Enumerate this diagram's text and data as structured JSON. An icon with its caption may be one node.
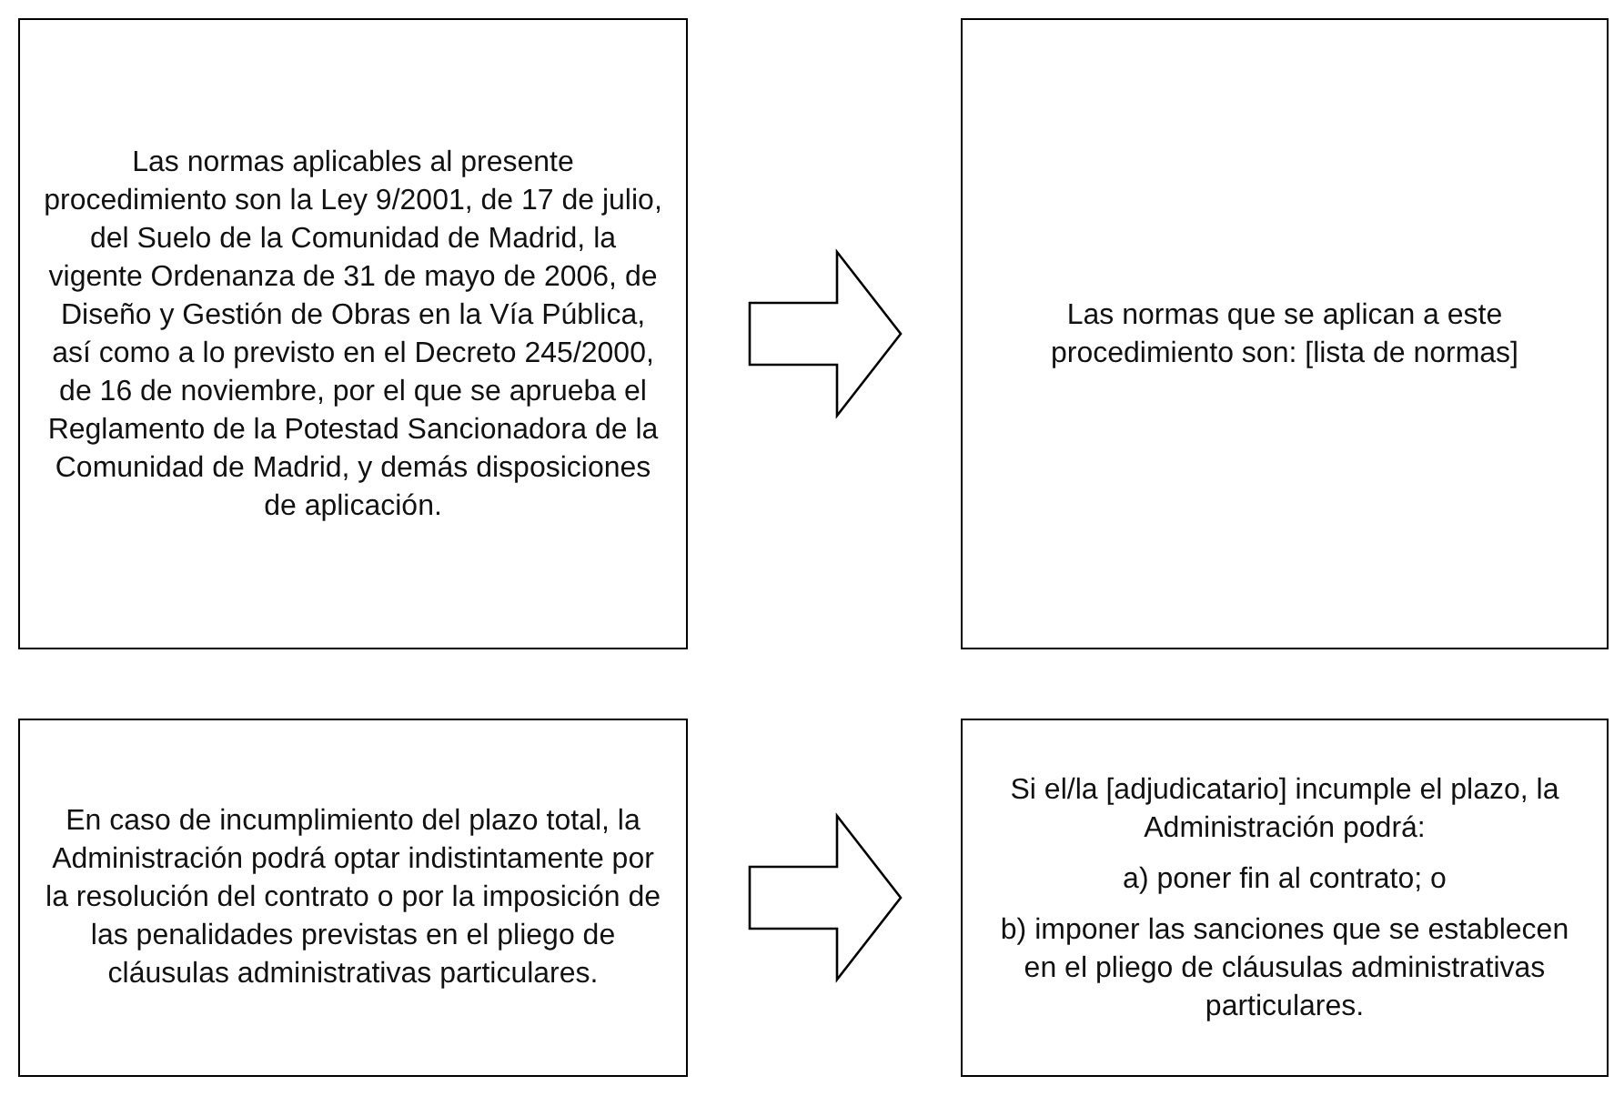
{
  "diagram": {
    "nodes": [
      {
        "text": [
          "Las normas aplicables al presente procedimiento son la Ley 9/2001, de 17 de julio, del Suelo de la Comunidad de Madrid, la vigente Ordenanza de 31 de mayo de 2006, de Diseño y Gestión de Obras en la Vía Pública, así como a lo previsto en el Decreto 245/2000, de 16 de noviembre, por el que se aprueba el Reglamento de la Potestad Sancionadora de la Comunidad de Madrid, y demás disposiciones de aplicación."
        ]
      },
      {
        "text": [
          "Las normas que se aplican a este procedimiento son: [lista de normas]"
        ]
      },
      {
        "text": [
          "En caso de incumplimiento del plazo total, la Administración podrá optar indistintamente por la resolución del contrato o por la imposición de las penalidades previstas en el pliego de cláusulas administrativas particulares."
        ]
      },
      {
        "text": [
          "Si el/la [adjudicatario] incumple el plazo, la Administración podrá:",
          "a) poner fin al contrato; o",
          "b) imponer las sanciones que se establecen en el pliego de cláusulas administrativas particulares."
        ]
      }
    ],
    "edges": [
      {
        "from": 0,
        "to": 1,
        "arrow": "to"
      },
      {
        "from": 2,
        "to": 3,
        "arrow": "to"
      }
    ]
  }
}
